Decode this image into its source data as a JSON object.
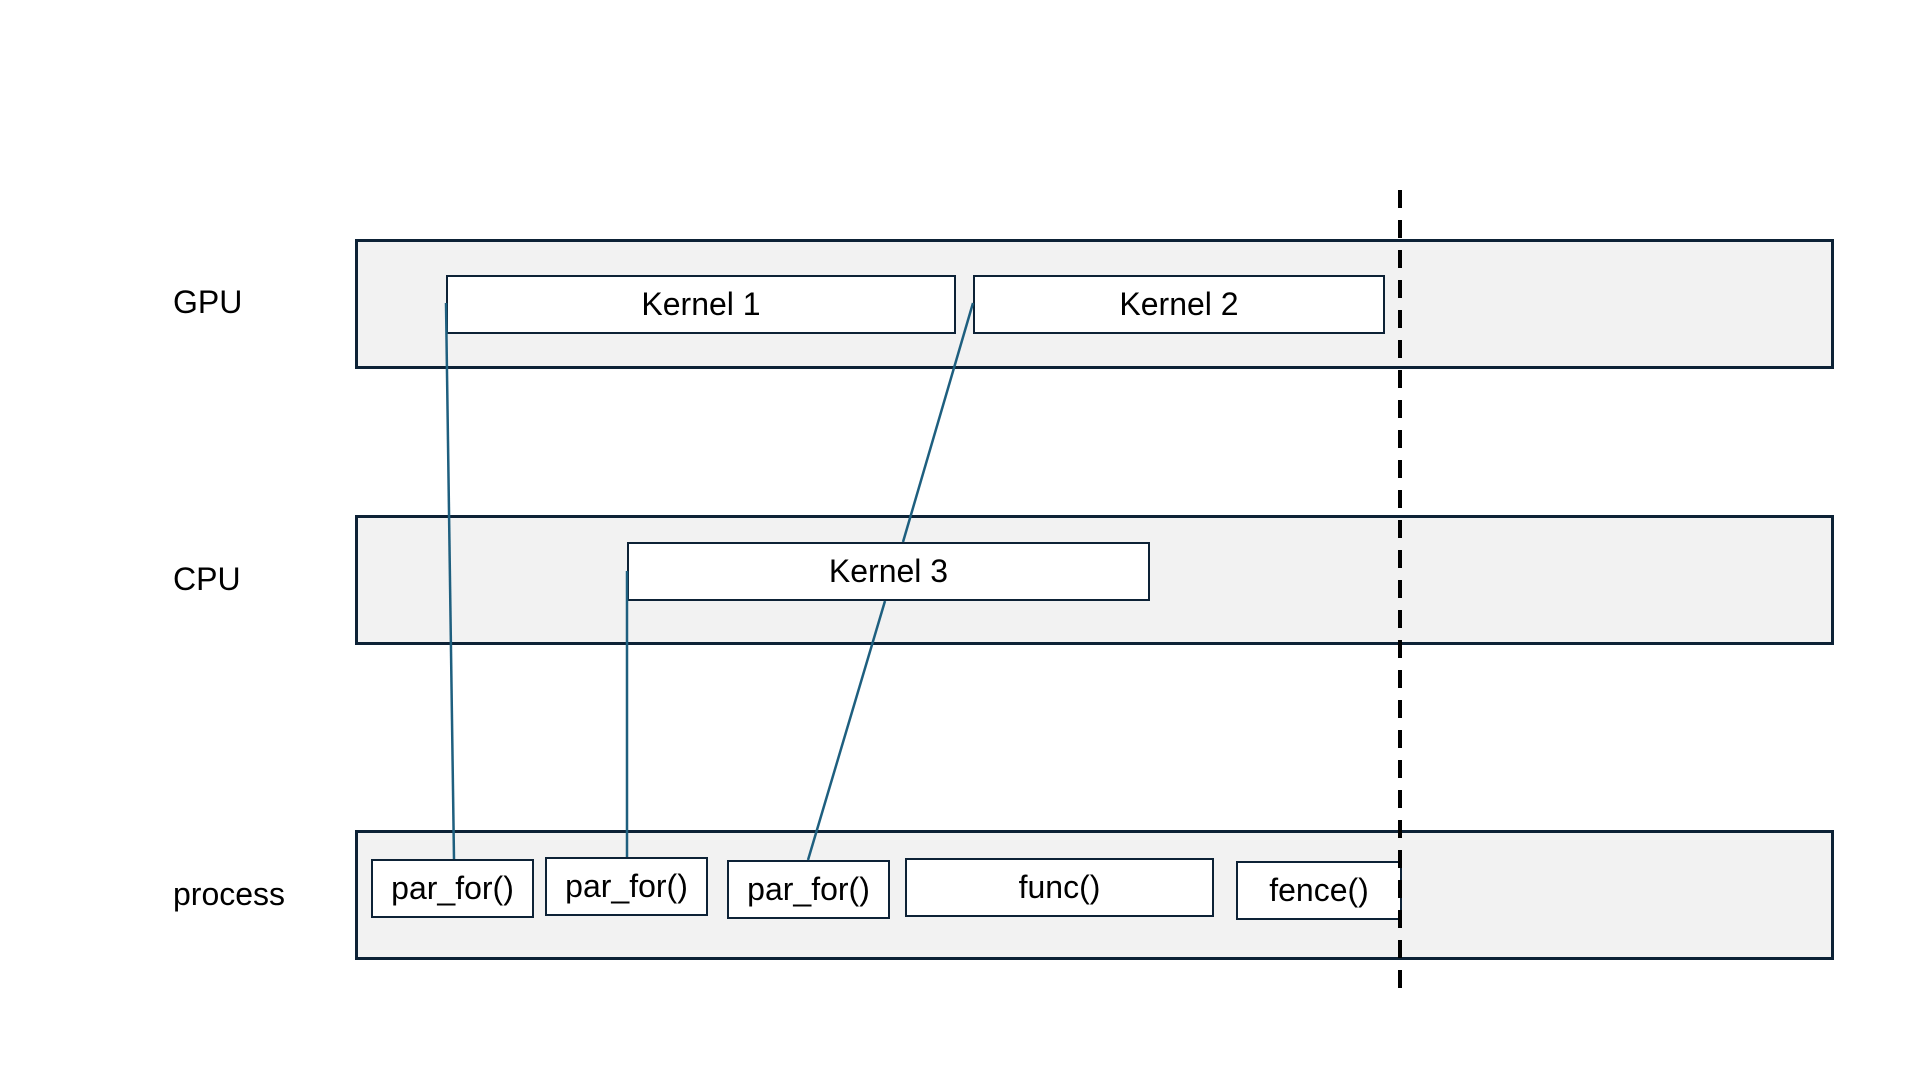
{
  "lanes": {
    "gpu": "GPU",
    "cpu": "CPU",
    "process": "process"
  },
  "gpu_tasks": {
    "kernel1": "Kernel 1",
    "kernel2": "Kernel 2"
  },
  "cpu_tasks": {
    "kernel3": "Kernel 3"
  },
  "process_calls": {
    "par_for_1": "par_for()",
    "par_for_2": "par_for()",
    "par_for_3": "par_for()",
    "func": "func()",
    "fence": "fence()"
  },
  "colors": {
    "lane_fill": "#f2f2f2",
    "lane_border": "#0d2236",
    "connector": "#1e5f7f",
    "fence_line": "#000000"
  }
}
